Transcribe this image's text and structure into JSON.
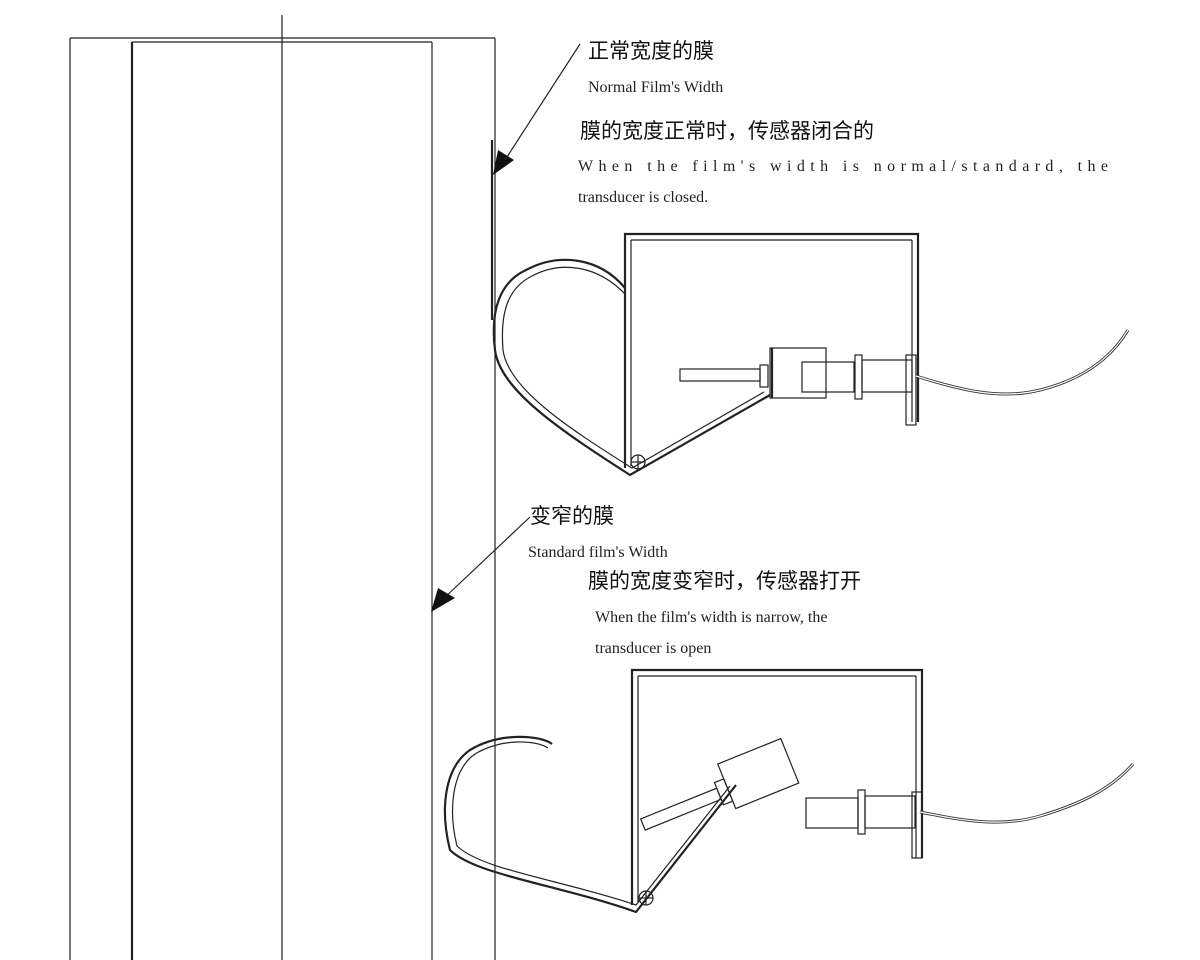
{
  "annotations": {
    "top_label_zh": "正常宽度的膜",
    "top_label_en": "Normal Film's Width",
    "top_state_zh": "膜的宽度正常时，传感器闭合的",
    "top_state_en_line1": "When the film's width is normal/standard, the",
    "top_state_en_line2": "transducer is closed.",
    "bottom_label_zh": "变窄的膜",
    "bottom_label_en": "Standard film's Width",
    "bottom_state_zh": "膜的宽度变窄时，传感器打开",
    "bottom_state_en_line1": "When the film's width is narrow, the",
    "bottom_state_en_line2": "transducer is open"
  },
  "sensors": [
    {
      "name": "closed-transducer",
      "state": "closed"
    },
    {
      "name": "open-transducer",
      "state": "open"
    }
  ]
}
